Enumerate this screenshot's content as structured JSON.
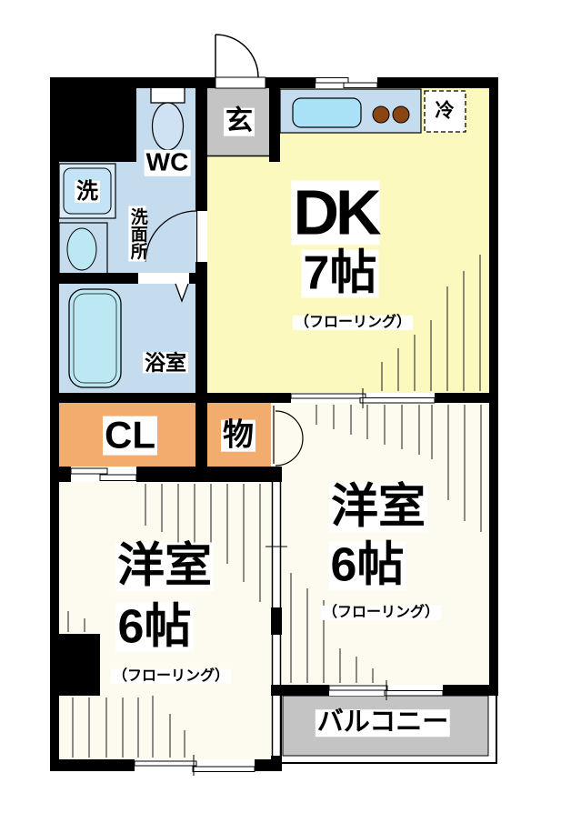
{
  "floorplan": {
    "type": "apartment-floor-plan",
    "colors": {
      "dk_yellow": "#FCF9BE",
      "wet_blue": "#C5DCEF",
      "fixture_cyan": "#BCE8F4",
      "sink_cyan": "#A9E2F7",
      "washer_inner": "#C2E4F6",
      "washer_outer": "#D9EAF7",
      "closet_orange": "#F2AC6E",
      "entrance_gray": "#C4C4C4",
      "balcony_gray": "#C4C4C4",
      "room_cream": "#FDFBEF",
      "burner_brown": "#8B4513",
      "wall_black": "#000000"
    },
    "rooms": {
      "entrance": {
        "label": "玄"
      },
      "toilet": {
        "label": "WC"
      },
      "washer": {
        "label": "洗"
      },
      "washroom": {
        "label": "洗面所"
      },
      "bathroom": {
        "label": "浴室"
      },
      "refrigerator": {
        "label": "冷"
      },
      "dining_kitchen": {
        "name": "DK",
        "size": "7帖",
        "flooring": "（フローリング）"
      },
      "closet": {
        "label": "CL"
      },
      "storage": {
        "label": "物"
      },
      "bedroom_right": {
        "name": "洋室",
        "size": "6帖",
        "flooring": "（フローリング）"
      },
      "bedroom_left": {
        "name": "洋室",
        "size": "6帖",
        "flooring": "（フローリング）"
      },
      "balcony": {
        "label": "バルコニー"
      }
    }
  }
}
